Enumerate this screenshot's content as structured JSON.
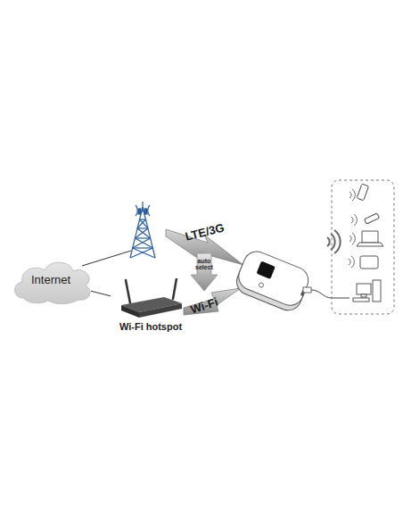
{
  "diagram": {
    "nodes": [
      {
        "text": [
          "Internet"
        ]
      },
      {
        "text": [
          "Wi-Fi hotspot"
        ]
      },
      {
        "text": [
          "auto select"
        ]
      }
    ],
    "edges": [
      {
        "from": 0,
        "to": 1,
        "arrow": "none"
      }
    ],
    "labels": [
      "LTE/3G",
      "Wi-Fi"
    ]
  }
}
